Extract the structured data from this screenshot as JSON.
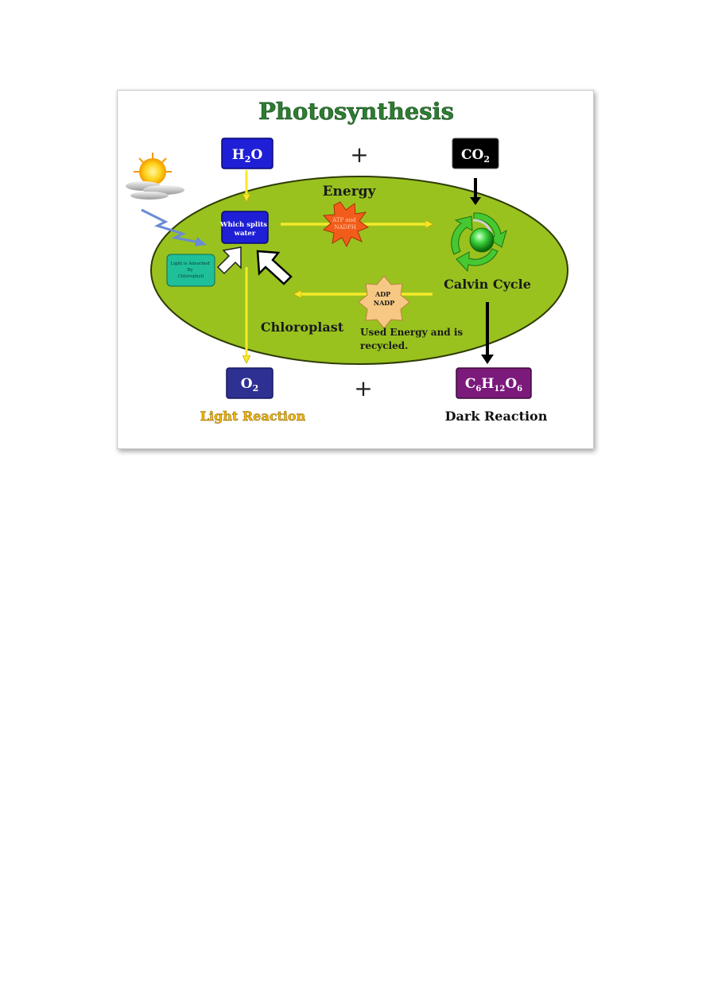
{
  "title": "Photosynthesis",
  "inputs": {
    "water": {
      "main": "H",
      "sub": "2",
      "tail": "O"
    },
    "plus_top": "+",
    "co2": {
      "main": "CO",
      "sub": "2"
    }
  },
  "chloroplast": {
    "energy_label": "Energy",
    "split_water": [
      "Which splits",
      "water"
    ],
    "atp_burst": [
      "ATP and",
      "NADPH"
    ],
    "light_absorbed": [
      "Light is Adsorbed",
      "By",
      "Chlorophyll"
    ],
    "adp_star": [
      "ADP",
      "NADP"
    ],
    "calvin_label": "Calvin Cycle",
    "chloroplast_label": "Chloroplast",
    "used_energy": [
      "Used Energy and is",
      "recycled."
    ]
  },
  "outputs": {
    "o2": {
      "main": "O",
      "sub": "2"
    },
    "plus_bottom": "+",
    "glucose": {
      "c": "C",
      "c_sub": "6",
      "h": "H",
      "h_sub": "12",
      "o": "O",
      "o_sub": "6"
    },
    "light_reaction": "Light Reaction",
    "dark_reaction": "Dark Reaction"
  },
  "colors": {
    "title_green": "#2e7d32",
    "chloroplast_green": "#99c21f",
    "water_blue": "#1f1fd6",
    "co2_black": "#000000",
    "o2_navy": "#2e3192",
    "glucose_purple": "#7b1a7b",
    "arrow_yellow": "#f5e92a",
    "light_reaction_gold": "#f2b705",
    "teal_box": "#1fbf9a",
    "burst_orange": "#f25c1a",
    "star_peach": "#f7c884"
  }
}
